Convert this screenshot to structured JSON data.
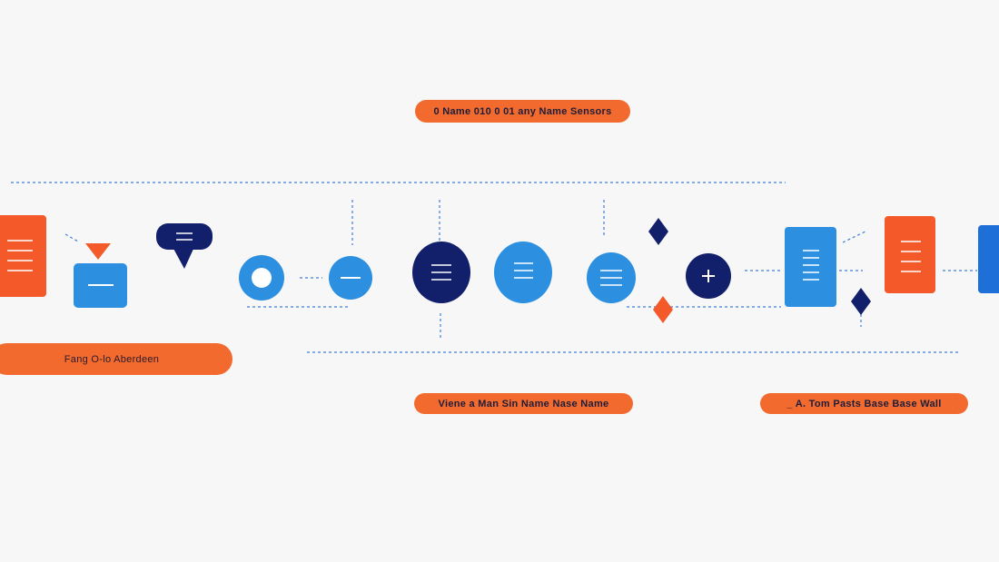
{
  "colors": {
    "background": "#f7f7f8",
    "orange": "#f4592a",
    "orange_label": "#f26a2e",
    "light_blue": "#2d8fe0",
    "mid_blue": "#1f6fd9",
    "navy": "#121f6b",
    "connector": "#3d7fd6",
    "white": "#ffffff"
  },
  "labels": {
    "top": "0 Name 010 0 01 any Name Sensors",
    "left": "Fang O-lo Aberdeen",
    "bottom_center": "Viene a Man Sin Name Nase Name",
    "bottom_right": "_ A. Tom Pasts Base Base Wall"
  },
  "icons": [
    "document-icon",
    "down-triangle-icon",
    "card-icon",
    "speech-bubble-icon",
    "ring-icon",
    "minus-circle-icon",
    "list-circle-icon",
    "list-circle-icon",
    "list-circle-icon",
    "diamond-icon",
    "plus-circle-icon",
    "document-icon",
    "document-icon",
    "document-icon"
  ]
}
